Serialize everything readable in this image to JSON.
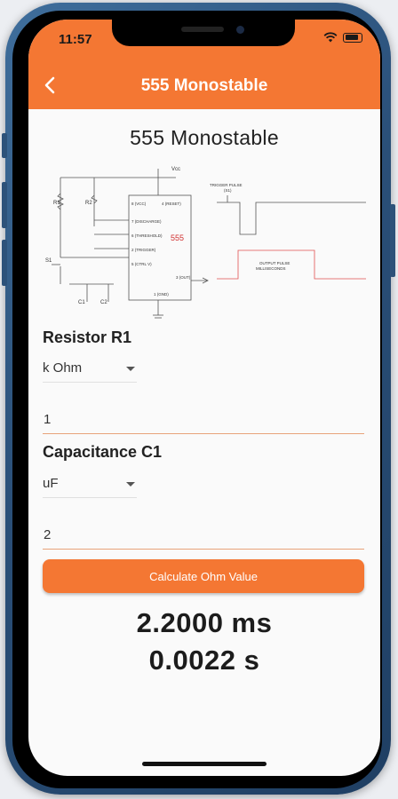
{
  "status": {
    "time": "11:57"
  },
  "header": {
    "title": "555 Monostable",
    "back_icon": "chevron-left-icon"
  },
  "page": {
    "heading": "555 Monostable"
  },
  "diagram": {
    "chip_label": "555",
    "vcc": "Vcc",
    "r1": "R1",
    "r2": "R2",
    "s1": "S1",
    "c1": "C1",
    "c2": "C2",
    "pins": [
      "8 (VCC)",
      "4 (RESET)",
      "7 (DISCHARGE)",
      "6 (THRESHOLD)",
      "2 (TRIGGER)",
      "5 (CTRL V)",
      "3 (OUT)",
      "1 (GND)"
    ],
    "trigger_label": "TRIGGER PULSE",
    "trigger_sub": "(S1)",
    "output_label": "OUTPUT PULSE",
    "output_sub": "MILLISECONDS"
  },
  "resistor": {
    "label": "Resistor R1",
    "unit": "k Ohm",
    "value": "1"
  },
  "capacitance": {
    "label": "Capacitance  C1",
    "unit": "uF",
    "value": "2"
  },
  "calculate_button": "Calculate Ohm Value",
  "results": {
    "ms": "2.2000 ms",
    "s": "0.0022 s"
  },
  "colors": {
    "accent": "#f47733",
    "frame": "#2a4f78",
    "output_red": "#e05050"
  }
}
